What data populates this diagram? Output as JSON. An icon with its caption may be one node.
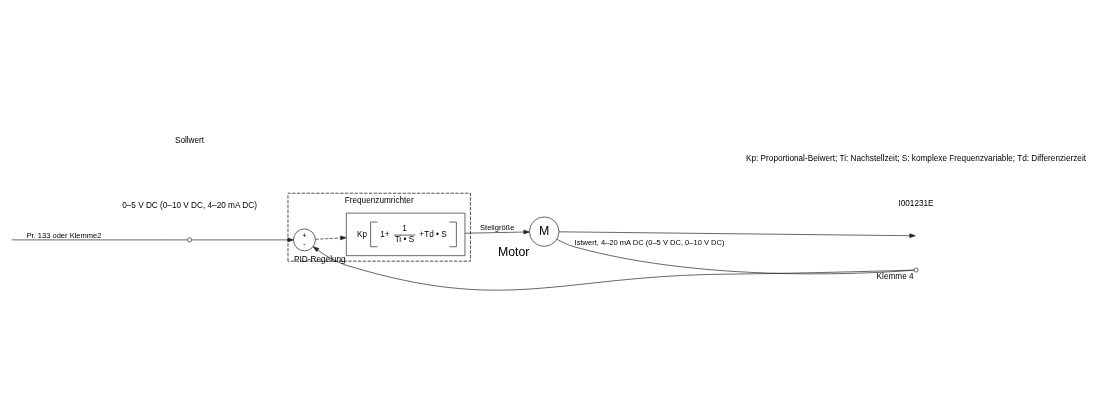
{
  "diagram": {
    "nodes": [
      {
        "text": [
          "Frequenzumrichter"
        ]
      },
      {
        "text": [],
        "shape": "circle"
      },
      {
        "text": [
          "+",
          "-"
        ],
        "in": 0
      },
      {
        "text": [
          "Kp",
          "1+",
          "1",
          "Ti • S",
          "+Td • S"
        ],
        "in": 0,
        "beside": [
          "PID-Regelung"
        ]
      },
      {
        "text": [
          "M"
        ],
        "beside": [
          "Motor"
        ]
      },
      {
        "text": [],
        "shape": "circle",
        "beside": [
          "Klemme 4"
        ]
      }
    ],
    "edges": [
      {
        "from": null,
        "to": 1,
        "arrow": "none",
        "label": "Pr. 133 oder Klemme2"
      },
      {
        "from": 1,
        "to": 2,
        "arrow": "to"
      },
      {
        "from": 2,
        "to": 3,
        "arrow": "to",
        "style": "dashed"
      },
      {
        "from": 3,
        "to": 4,
        "arrow": "to",
        "label": "Stellgröße"
      },
      {
        "from": 4,
        "to": null,
        "arrow": "to"
      },
      {
        "from": 4,
        "to": 5,
        "arrow": "none",
        "label": "Istwert, 4–20 mA DC (0–5 V DC, 0–10 V DC)"
      },
      {
        "from": 5,
        "to": 2,
        "arrow": "to"
      }
    ],
    "labels": [
      "Sollwert",
      "0–5 V DC (0–10 V DC, 4–20 mA DC)",
      "Kp: Proportional-Beiwert; Ti: Nachstellzeit; S: komplexe Frequenzvariable; Td: Differenzierzeit",
      "I001231E"
    ]
  }
}
